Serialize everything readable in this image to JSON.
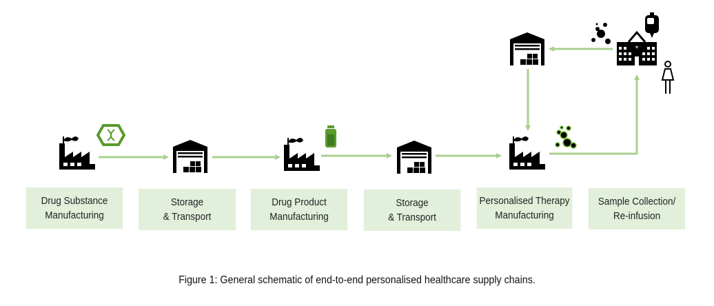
{
  "steps": [
    {
      "label": "Drug Substance\nManufacturing"
    },
    {
      "label": "Storage\n& Transport"
    },
    {
      "label": "Drug Product\nManufacturing"
    },
    {
      "label": "Storage\n& Transport"
    },
    {
      "label": "Personalised Therapy\nManufacturing"
    },
    {
      "label": "Sample Collection/\nRe-infusion"
    }
  ],
  "caption": "Figure 1: General schematic of end-to-end personalised healthcare supply chains.",
  "colors": {
    "box": "#e2efda",
    "arrow": "#a9d18e",
    "accent": "#5a9a2e",
    "icon": "#000000"
  }
}
